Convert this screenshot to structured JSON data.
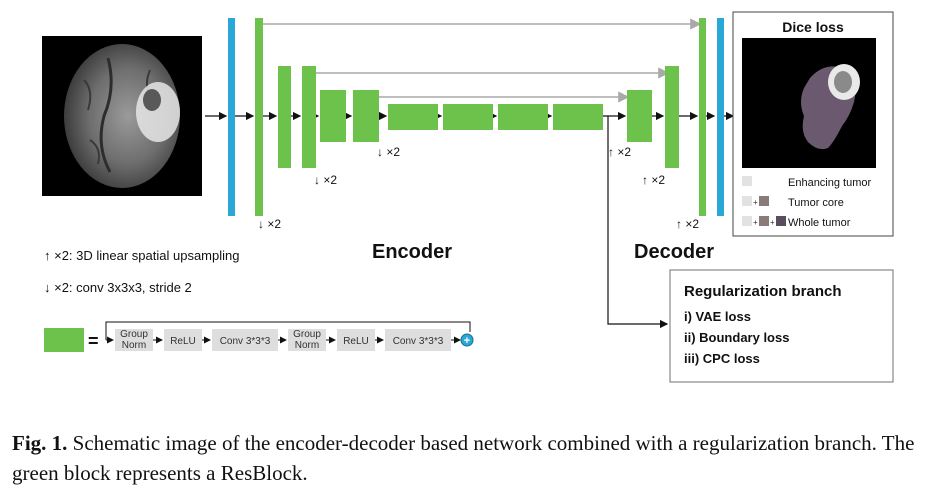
{
  "encoder_label": "Encoder",
  "decoder_label": "Decoder",
  "legend": {
    "upsample": "↑ ×2: 3D linear spatial upsampling",
    "downsample": "↓ ×2: conv 3x3x3, stride 2"
  },
  "scale_labels": {
    "down": "↓ ×2",
    "up": "↑ ×2"
  },
  "resblock": {
    "equals": "=",
    "steps": [
      "Group Norm",
      "ReLU",
      "Conv 3*3*3",
      "Group Norm",
      "ReLU",
      "Conv 3*3*3"
    ],
    "plus": "+"
  },
  "dice": {
    "title": "Dice loss",
    "legend": [
      "Enhancing tumor",
      "Tumor core",
      "Whole tumor"
    ]
  },
  "regularization": {
    "title": "Regularization branch",
    "items": [
      "i) VAE loss",
      "ii) Boundary loss",
      "iii) CPC loss"
    ]
  },
  "caption": {
    "label": "Fig. 1.",
    "text": " Schematic image of the encoder-decoder based network combined with a regularization branch. The green block represents a ResBlock."
  },
  "colors": {
    "green": "#6cc24a",
    "blue": "#29a8d8",
    "gray_arrow": "#a9a9a9",
    "step_box": "#dedede"
  }
}
